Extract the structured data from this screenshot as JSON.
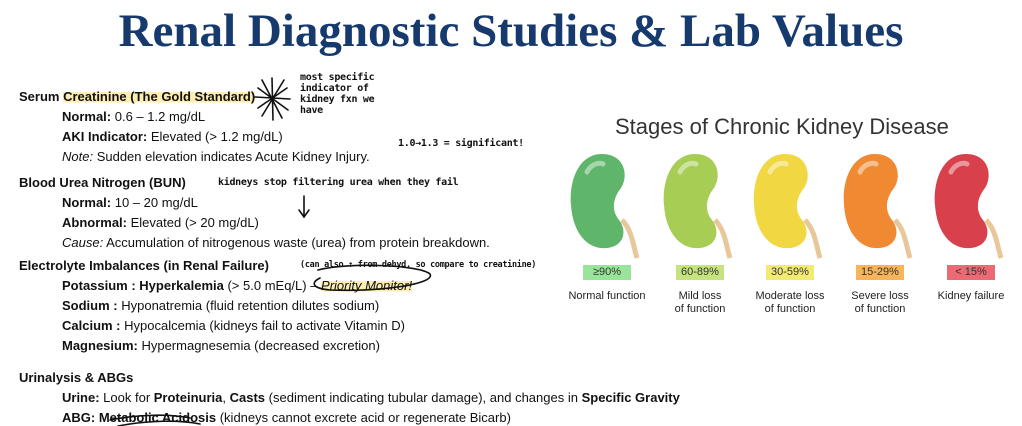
{
  "title": "Renal Diagnostic Studies & Lab Values",
  "creatinine": {
    "heading_pre": "Serum ",
    "heading_hl": "Creatinine (The Gold Standard)",
    "normal_label": "Normal:",
    "normal_value": " 0.6 – 1.2 mg/dL",
    "aki_label": "AKI Indicator:",
    "aki_value": " Elevated (> 1.2 mg/dL)",
    "note_label": "Note:",
    "note_value": " Sudden elevation indicates Acute Kidney Injury."
  },
  "bun": {
    "heading": "Blood Urea Nitrogen (BUN)",
    "normal_label": "Normal:",
    "normal_value": " 10 – 20 mg/dL",
    "abnormal_label": "Abnormal:",
    "abnormal_value": " Elevated (> 20 mg/dL)",
    "cause_label": "Cause:",
    "cause_value": " Accumulation of nitrogenous waste (urea) from protein breakdown."
  },
  "electrolytes": {
    "heading": "Electrolyte Imbalances (in Renal Failure)",
    "items": [
      {
        "label": "Potassium : Hyperkalemia",
        "value": " (> 5.0 mEq/L) – ",
        "extra": "Priority Monitor!"
      },
      {
        "label": "Sodium :",
        "value": " Hyponatremia (fluid retention dilutes sodium)"
      },
      {
        "label": "Calcium :",
        "value": " Hypocalcemia (kidneys fail to activate Vitamin D)"
      },
      {
        "label": "Magnesium:",
        "value": " Hypermagnesemia (decreased excretion)"
      }
    ]
  },
  "urinalysis": {
    "heading": "Urinalysis & ABGs",
    "urine_label": "Urine:",
    "urine_t1": " Look for ",
    "urine_b1": "Proteinuria",
    "urine_t2": ", ",
    "urine_b2": "Casts",
    "urine_t3": " (sediment indicating tubular damage), and changes in ",
    "urine_b3": "Specific Gravity",
    "abg_label": "ABG: Metabolic Acidosis",
    "abg_value": " (kidneys cannot excrete acid or regenerate Bicarb)"
  },
  "annotations": {
    "specific": "most specific\nindicator of\nkidney fxn we\nhave",
    "significant": "1.0→1.3 = significant!",
    "urea": "kidneys stop filtering urea when they fail",
    "dehyd": "(can also ↑ from dehyd. so compare to creatinine)"
  },
  "ckd": {
    "title": "Stages of Chronic Kidney Disease",
    "stages": [
      {
        "range": "≥90%",
        "label": "Normal function",
        "color": "#5fb56a",
        "badge": "#97e49a"
      },
      {
        "range": "60-89%",
        "label": "Mild loss\nof function",
        "color": "#a7cd55",
        "badge": "#c5e47e"
      },
      {
        "range": "30-59%",
        "label": "Moderate loss\nof function",
        "color": "#f1d843",
        "badge": "#f3ea72"
      },
      {
        "range": "15-29%",
        "label": "Severe loss\nof function",
        "color": "#ef8a33",
        "badge": "#f7b45a"
      },
      {
        "range": "< 15%",
        "label": "Kidney failure",
        "color": "#d8414b",
        "badge": "#ec6a73"
      }
    ]
  }
}
